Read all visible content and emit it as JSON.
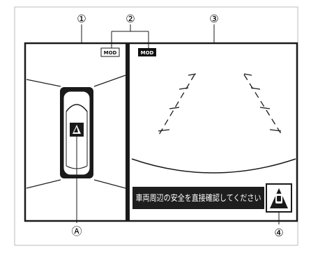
{
  "callouts": {
    "c1": "①",
    "c2": "②",
    "c3": "③",
    "c4": "④",
    "cA": "Ⓐ"
  },
  "mod_badges": {
    "left": "MOD",
    "right": "MOD"
  },
  "warning_banner": {
    "text": "車両周辺の安全を直接確認してください"
  },
  "colors": {
    "screen_border": "#1a1a1a",
    "banner_bg": "#1e1e1e",
    "banner_text": "#ffffff",
    "mod_filled_bg": "#111111"
  },
  "icons": {
    "top_view_car": "car-top-view-icon",
    "camera_view_indicator": "camera-view-indicator-icon",
    "guide_lines": "parking-guide-lines"
  }
}
